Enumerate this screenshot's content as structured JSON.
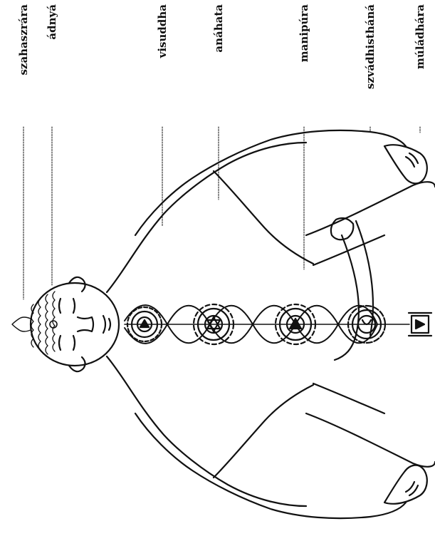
{
  "chakras": [
    {
      "name": "szahaszrára",
      "icon": "thousand-petal-crown-icon"
    },
    {
      "name": "ádnyá",
      "icon": "brow-lotus-icon"
    },
    {
      "name": "visuddha",
      "icon": "throat-lotus-icon"
    },
    {
      "name": "anáhata",
      "icon": "heart-lotus-icon"
    },
    {
      "name": "manipúra",
      "icon": "navel-lotus-icon"
    },
    {
      "name": "szvádhistháná",
      "icon": "sacral-lotus-icon"
    },
    {
      "name": "múládhára",
      "icon": "root-lotus-icon"
    }
  ],
  "colors": {
    "ink": "#111111",
    "background": "#ffffff"
  }
}
